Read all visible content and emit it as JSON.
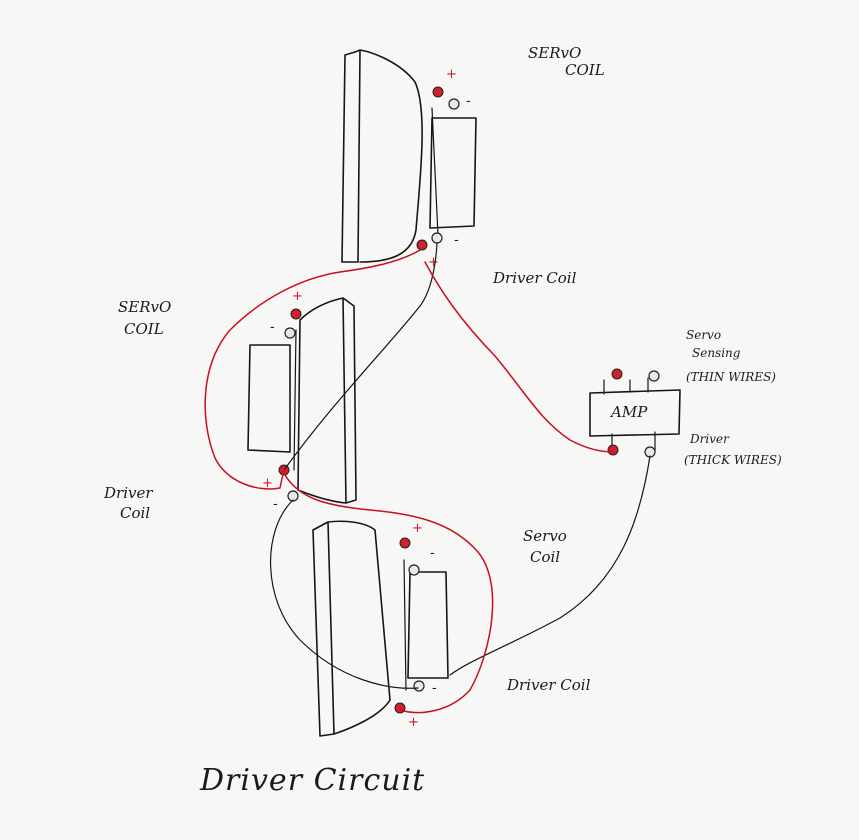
{
  "labels": {
    "servo_coil_top_1": "SERvO",
    "servo_coil_top_2": "COIL",
    "driver_coil_top": "Driver Coil",
    "servo_coil_mid_1": "SERvO",
    "servo_coil_mid_2": "COIL",
    "driver_coil_mid_1": "Driver",
    "driver_coil_mid_2": "Coil",
    "servo_coil_bot_1": "Servo",
    "servo_coil_bot_2": "Coil",
    "driver_coil_bot": "Driver Coil",
    "amp": "AMP",
    "servo_sensing_1": "Servo",
    "servo_sensing_2": "Sensing",
    "thin_wires": "(THIN WIRES)",
    "driver_amp_1": "Driver",
    "driver_amp_2": "(THICK WIRES)",
    "title": "Driver Circuit"
  },
  "signs": {
    "plus": "+",
    "minus": "-"
  },
  "colors": {
    "ink": "#161616",
    "red_wire": "#c8101f",
    "paper": "#f7f7f5"
  }
}
